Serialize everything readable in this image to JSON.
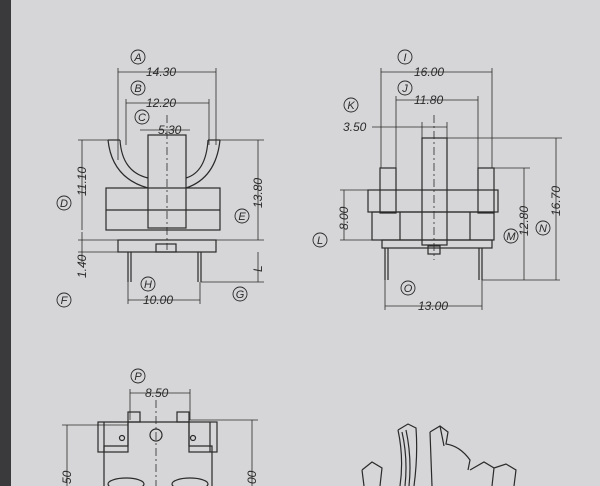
{
  "drawing": {
    "side_view": {
      "dimensions": [
        {
          "label": "A",
          "value": "14.30"
        },
        {
          "label": "B",
          "value": "12.20"
        },
        {
          "label": "C",
          "value": "5.30"
        },
        {
          "label": "D",
          "value": "11.10"
        },
        {
          "label": "E",
          "value": "13.80"
        },
        {
          "label": "F",
          "value": "1.40"
        },
        {
          "label": "G",
          "value": "L"
        },
        {
          "label": "H",
          "value": "10.00"
        }
      ]
    },
    "front_view": {
      "dimensions": [
        {
          "label": "I",
          "value": "16.00"
        },
        {
          "label": "J",
          "value": "11.80"
        },
        {
          "label": "K",
          "value": "3.50"
        },
        {
          "label": "L",
          "value": "8.00"
        },
        {
          "label": "M",
          "value": "12.80"
        },
        {
          "label": "N",
          "value": "16.70"
        },
        {
          "label": "O",
          "value": "13.00"
        }
      ]
    },
    "bottom_view": {
      "dimensions": [
        {
          "label": "P",
          "value": "8.50"
        },
        {
          "label": "",
          "value": "50"
        },
        {
          "label": "",
          "value": "00"
        }
      ]
    }
  }
}
